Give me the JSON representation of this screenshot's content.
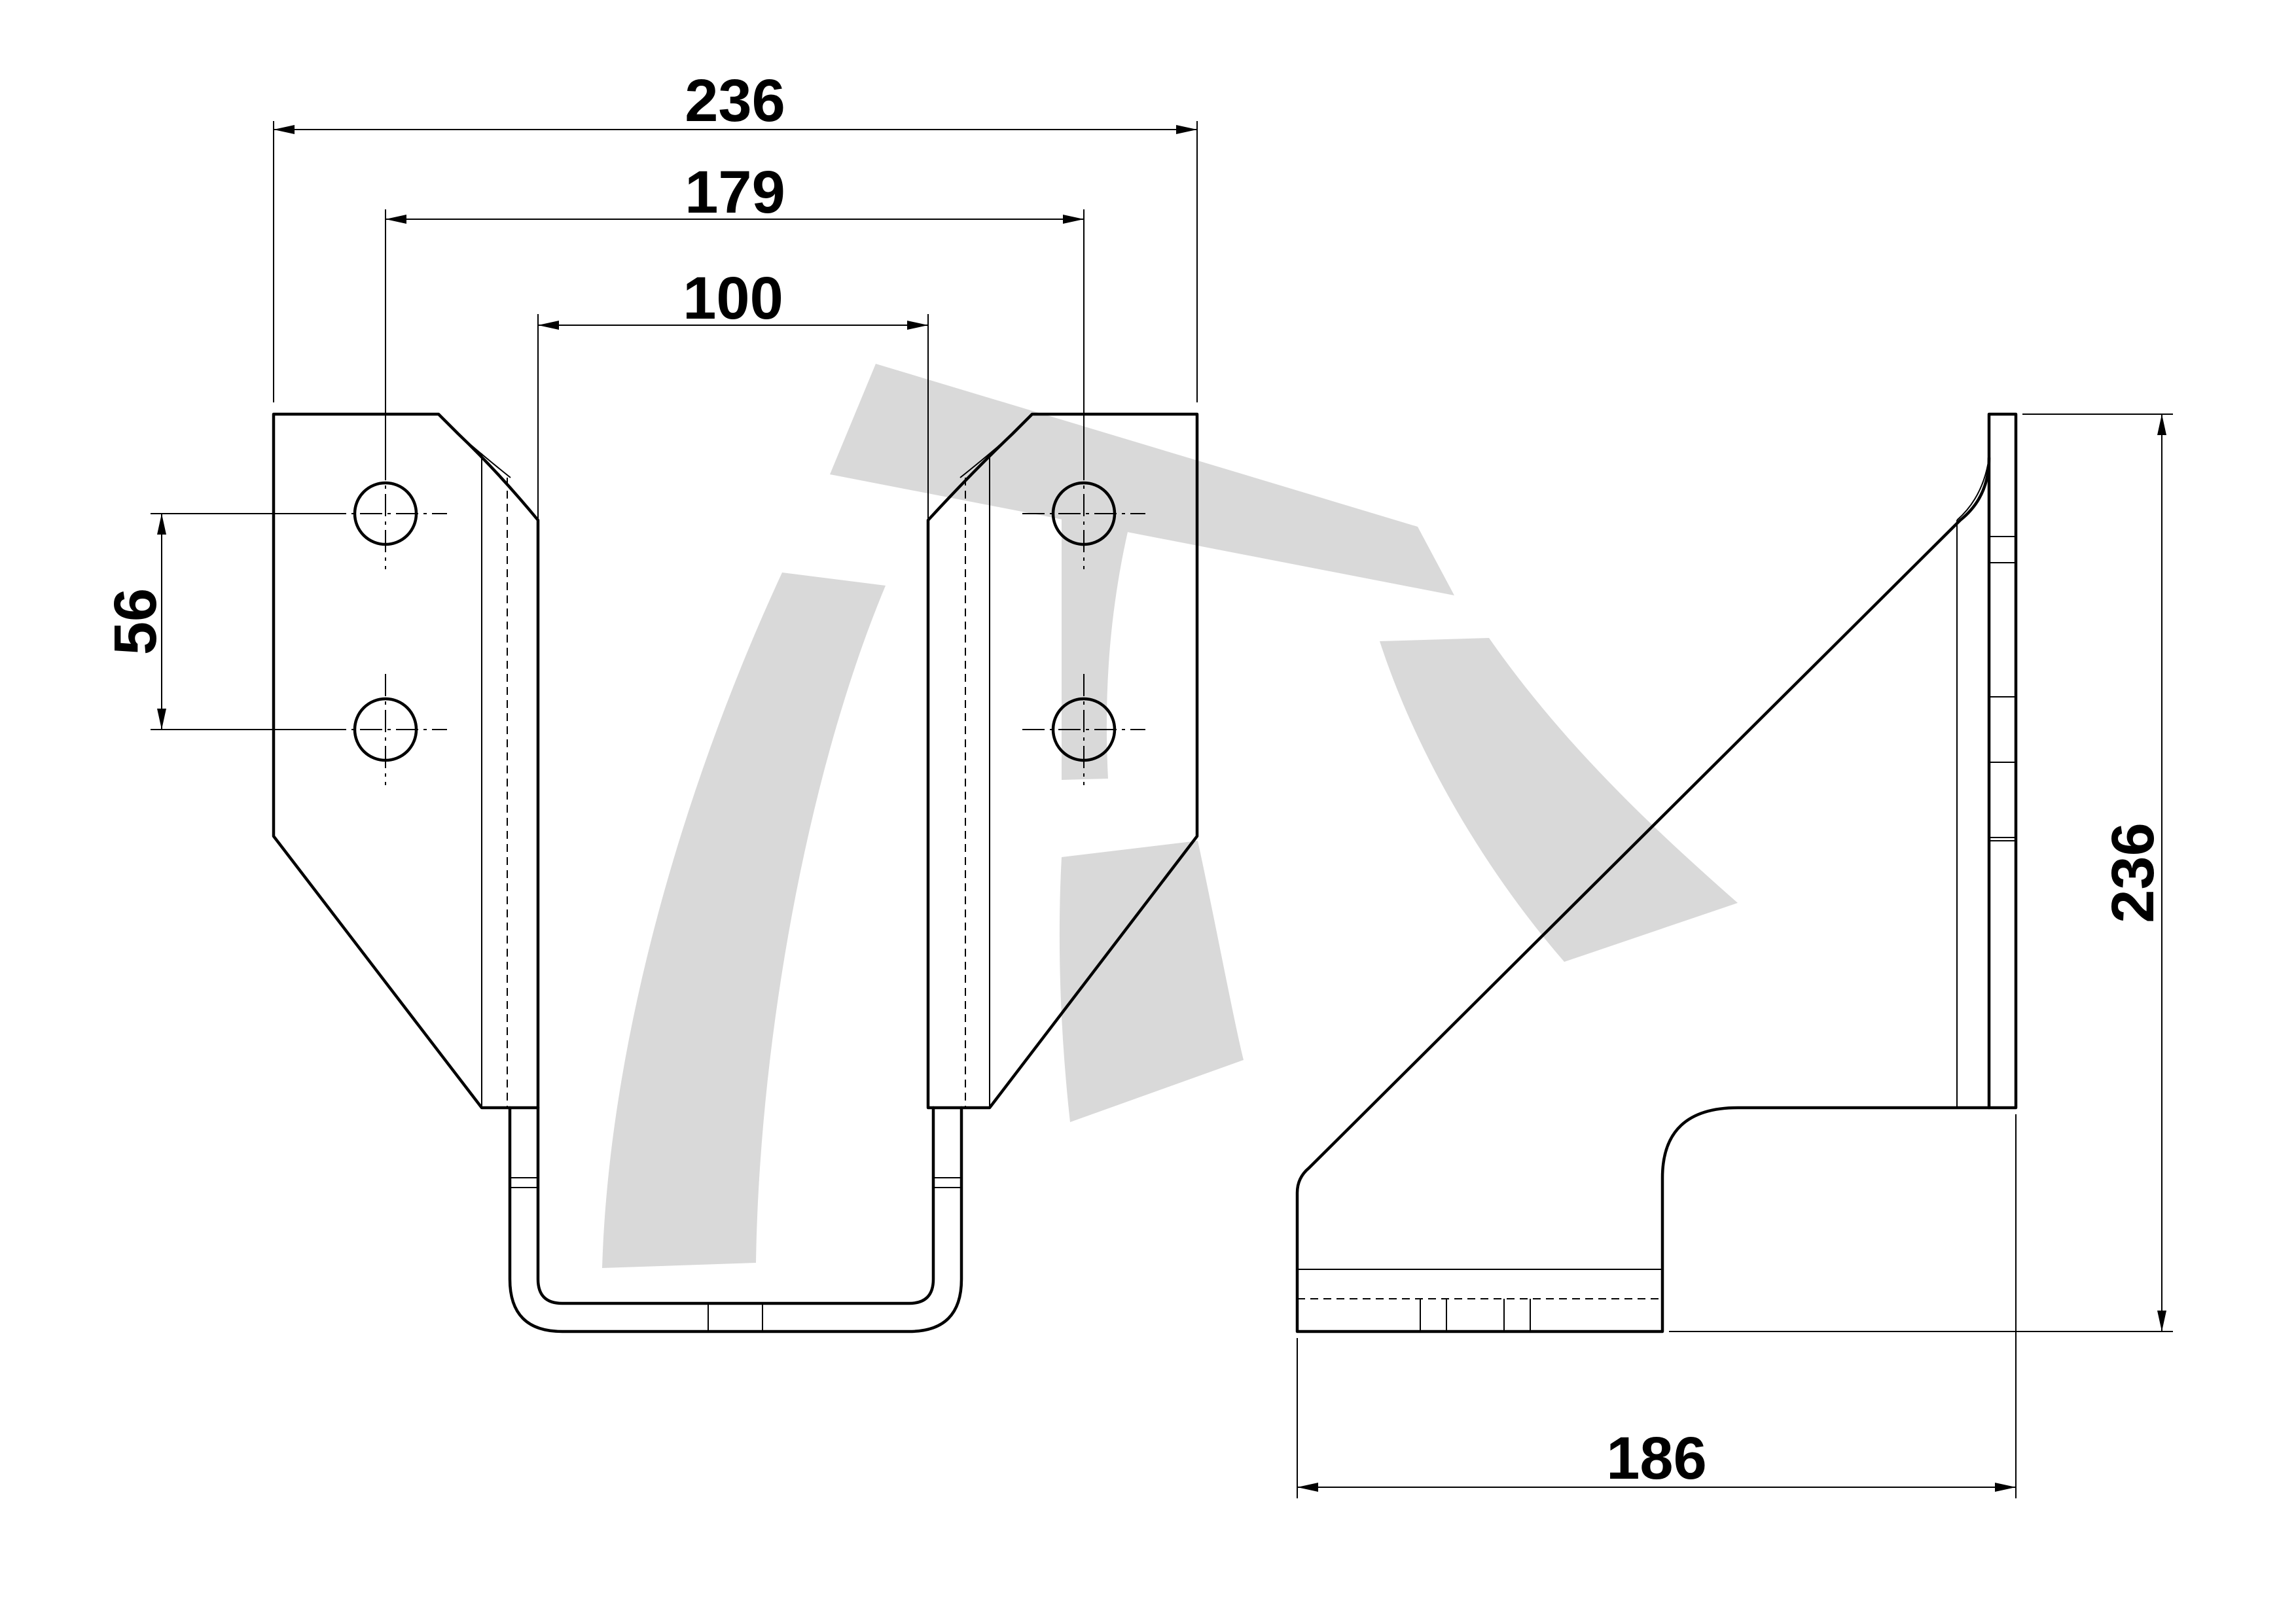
{
  "dimensions": {
    "overall_width": "236",
    "bolt_hole_spacing": "179",
    "inner_width": "100",
    "hole_vertical_pitch": "56",
    "side_height": "236",
    "side_depth": "186"
  },
  "colors": {
    "line": "#000000",
    "watermark": "#d9d9d9",
    "background": "#ffffff"
  }
}
